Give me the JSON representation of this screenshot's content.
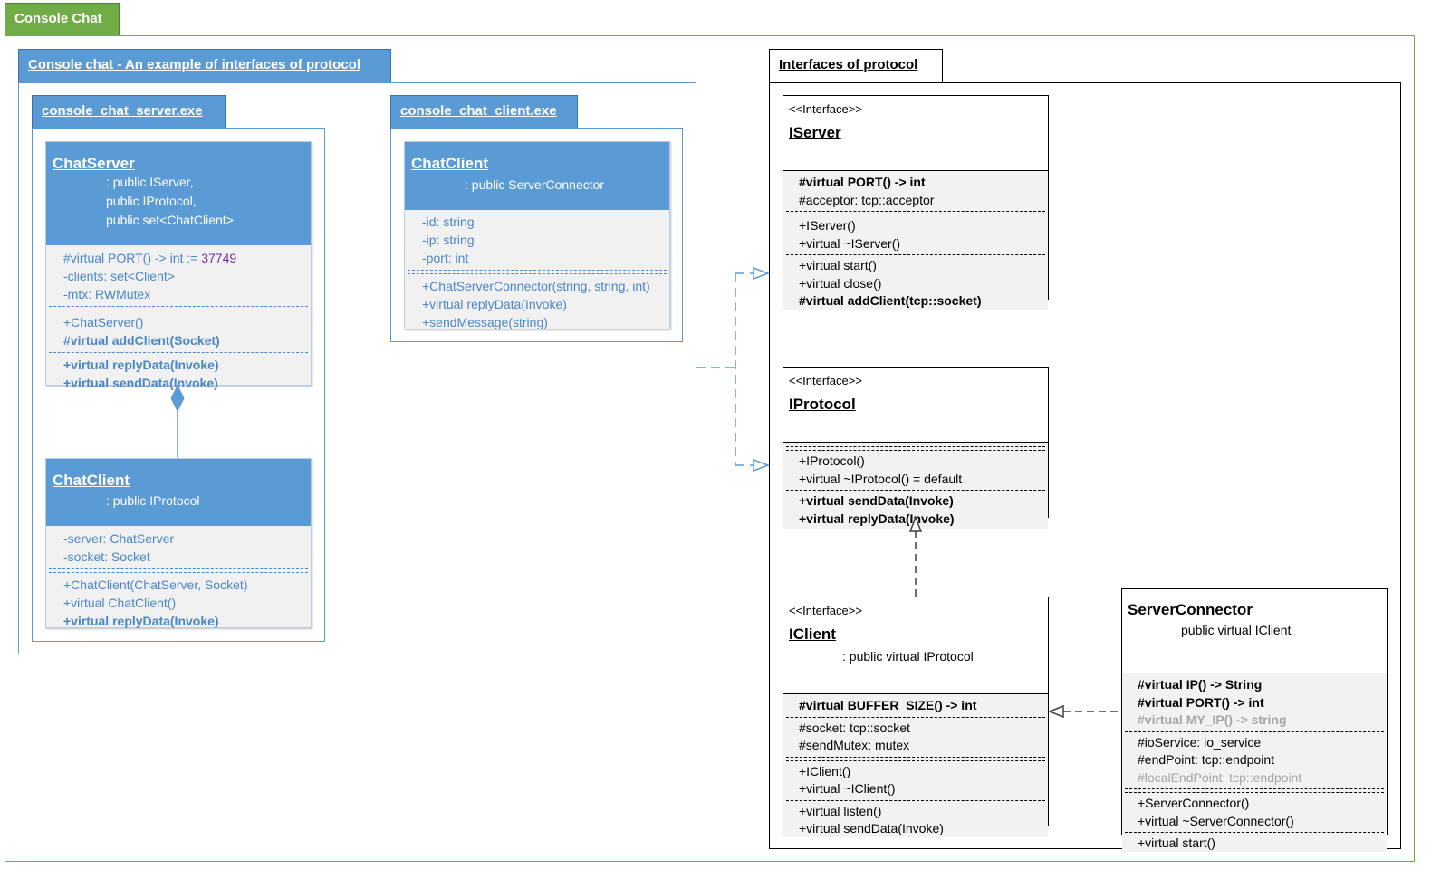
{
  "outer_tab": "Console Chat",
  "left_frame": {
    "title": "Console chat - An example of interfaces of protocol",
    "server_pkg": {
      "title": "console_chat_server.exe",
      "chat_server": {
        "name": "ChatServer",
        "bases": [
          ": public IServer,",
          "public IProtocol,",
          "public set<ChatClient>"
        ],
        "port_attr_prefix": "#virtual PORT() -> int := ",
        "port_value": "37749",
        "attrs": [
          "-clients: set<Client>",
          "-mtx: RWMutex"
        ],
        "ops1": [
          "+ChatServer()",
          "#virtual addClient(Socket)"
        ],
        "ops2": [
          "+virtual replyData(Invoke)",
          "+virtual sendData(Invoke)"
        ]
      },
      "chat_client": {
        "name": "ChatClient",
        "base": ": public IProtocol",
        "attrs": [
          "-server: ChatServer",
          "-socket: Socket"
        ],
        "ops": [
          "+ChatClient(ChatServer, Socket)",
          "+virtual ChatClient()",
          "+virtual replyData(Invoke)"
        ]
      }
    },
    "client_pkg": {
      "title": "console_chat_client.exe",
      "chat_client": {
        "name": "ChatClient",
        "base": ": public ServerConnector",
        "attrs": [
          "-id: string",
          "-ip: string",
          "-port: int"
        ],
        "ops": [
          "+ChatServerConnector(string, string, int)",
          "+virtual replyData(Invoke)",
          "+sendMessage(string)"
        ]
      }
    }
  },
  "right_frame": {
    "title": "Interfaces of protocol",
    "iserver": {
      "stereotype": "<<Interface>>",
      "name": "IServer",
      "attrs": [
        "#virtual PORT() -> int",
        "#acceptor: tcp::acceptor"
      ],
      "ops1": [
        "+IServer()",
        "+virtual ~IServer()"
      ],
      "ops2": [
        "+virtual start()",
        "+virtual close()",
        "#virtual addClient(tcp::socket)"
      ]
    },
    "iprotocol": {
      "stereotype": "<<Interface>>",
      "name": "IProtocol",
      "ops1": [
        "+IProtocol()",
        "+virtual ~IProtocol() = default"
      ],
      "ops2": [
        "+virtual sendData(Invoke)",
        "+virtual replyData(Invoke)"
      ]
    },
    "iclient": {
      "stereotype": "<<Interface>>",
      "name": "IClient",
      "base": ": public virtual IProtocol",
      "attr0": "#virtual BUFFER_SIZE() -> int",
      "attrs": [
        "#socket: tcp::socket",
        "#sendMutex: mutex"
      ],
      "ops1": [
        "+IClient()",
        "+virtual ~IClient()"
      ],
      "ops2": [
        "+virtual listen()",
        "+virtual sendData(Invoke)"
      ]
    },
    "server_connector": {
      "name": "ServerConnector",
      "base": "public virtual IClient",
      "attrs0": [
        "#virtual IP() -> String",
        "#virtual PORT() -> int"
      ],
      "attr0_gray": "#virtual MY_IP() -> string",
      "attrs": [
        "#ioService: io_service",
        "#endPoint: tcp::endpoint"
      ],
      "attr_gray": "#localEndPoint: tcp::endpoint",
      "ops1": [
        "+ServerConnector()",
        "+virtual ~ServerConnector()"
      ],
      "ops2": [
        "+virtual start()"
      ]
    }
  },
  "colors": {
    "green": "#70ad47",
    "blue": "#5b9bd5",
    "text_blue": "#4a86c8",
    "purple": "#7030a0"
  }
}
